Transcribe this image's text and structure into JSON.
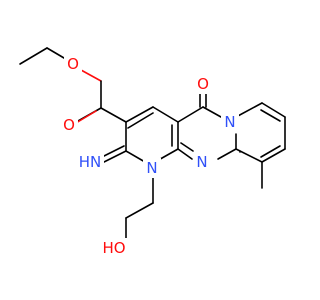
{
  "molecule": {
    "atom_colors": {
      "O": "#ff0d0d",
      "N": "#3050f8",
      "C": "#000000"
    },
    "labels": {
      "ester_ether_o": "O",
      "ester_carbonyl_o": "O",
      "ring_ketone_o": "O",
      "hydroxyl": "HO",
      "imine": "HN",
      "ring_n1": "N",
      "ring_n2": "N",
      "ring_n3": "N"
    }
  }
}
